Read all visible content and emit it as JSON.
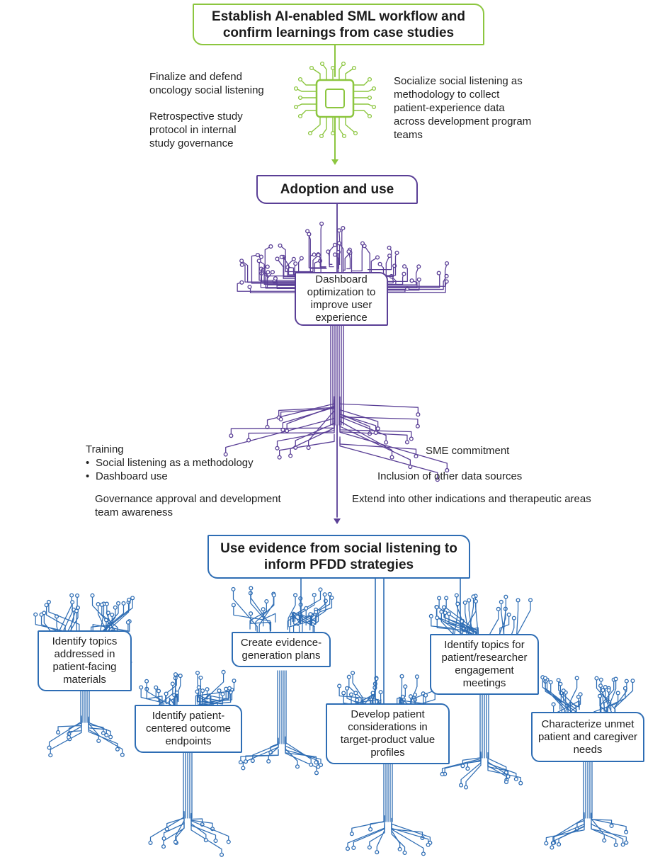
{
  "stages": {
    "stage1": "Establish AI-enabled SML workflow and confirm learnings from case studies",
    "stage2": "Adoption and use",
    "stage3": "Use evidence from social listening to inform PFDD strategies"
  },
  "stage1_notes": {
    "left_1": "Finalize and defend oncology social listening",
    "left_2": "Retrospective study protocol in internal study governance",
    "right_1": "Socialize social listening as methodology to collect patient-experience data across development program teams"
  },
  "stage2_center": "Dashboard optimization to improve user experience",
  "stage2_notes": {
    "training_title": "Training",
    "training_items": [
      "Social listening as a methodology",
      "Dashboard use"
    ],
    "governance": "Governance approval and development team awareness",
    "sme": "SME commitment",
    "data_sources": "Inclusion of other data sources",
    "extend": "Extend into other indications and therapeutic areas"
  },
  "stage3_nodes": {
    "topics_patient_facing": "Identify topics addressed in patient-facing materials",
    "endpoints": "Identify patient-centered outcome endpoints",
    "evidence_plans": "Create evidence-generation plans",
    "tpp": "Develop patient considerations in target-product value profiles",
    "engagement": "Identify topics for patient/researcher engagement meetings",
    "unmet_needs": "Characterize unmet patient and caregiver needs"
  },
  "colors": {
    "green": "#8cc63f",
    "purple": "#5a3f96",
    "blue": "#2e6db4"
  },
  "icons": [
    "microchip-icon",
    "circuit-tree-icon"
  ]
}
